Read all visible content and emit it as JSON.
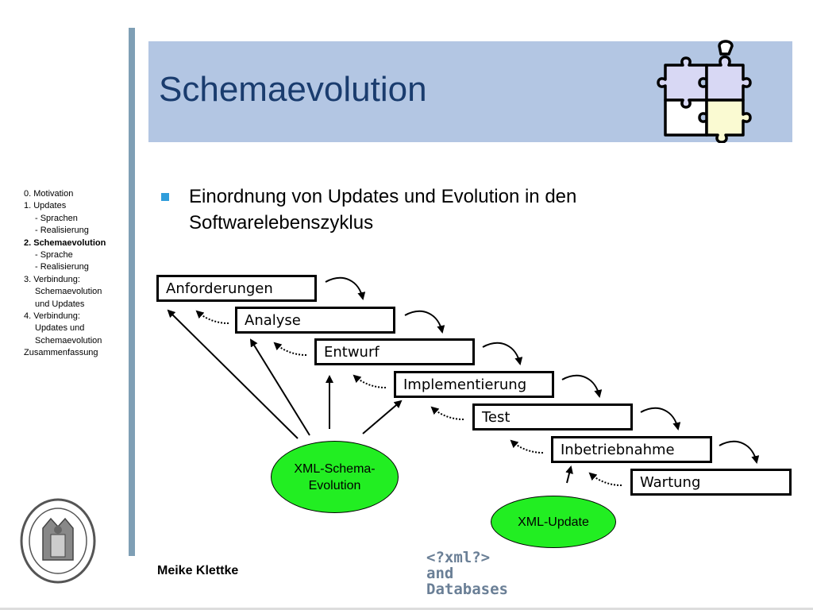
{
  "slide": {
    "title": "Schemaevolution",
    "bullet": "Einordnung von Updates und Evolution in den Softwarelebenszyklus",
    "author": "Meike Klettke",
    "logo_lines": [
      "<?xml?>",
      "and",
      "Databases"
    ]
  },
  "toc": [
    {
      "text": "0. Motivation",
      "indent": false,
      "bold": false
    },
    {
      "text": "1. Updates",
      "indent": false,
      "bold": false
    },
    {
      "text": "- Sprachen",
      "indent": true,
      "bold": false
    },
    {
      "text": "- Realisierung",
      "indent": true,
      "bold": false
    },
    {
      "text": "2. Schemaevolution",
      "indent": false,
      "bold": true
    },
    {
      "text": "- Sprache",
      "indent": true,
      "bold": false
    },
    {
      "text": "- Realisierung",
      "indent": true,
      "bold": false
    },
    {
      "text": "3. Verbindung:",
      "indent": false,
      "bold": false
    },
    {
      "text": "Schemaevolution",
      "indent": true,
      "bold": false
    },
    {
      "text": "und Updates",
      "indent": true,
      "bold": false
    },
    {
      "text": "4. Verbindung:",
      "indent": false,
      "bold": false
    },
    {
      "text": "Updates und",
      "indent": true,
      "bold": false
    },
    {
      "text": "Schemaevolution",
      "indent": true,
      "bold": false
    },
    {
      "text": "Zusammenfassung",
      "indent": false,
      "bold": false
    }
  ],
  "phases": [
    "Anforderungen",
    "Analyse",
    "Entwurf",
    "Implementierung",
    "Test",
    "Inbetriebnahme",
    "Wartung"
  ],
  "ellipses": {
    "schema": "XML-Schema-Evolution",
    "update": "XML-Update"
  },
  "colors": {
    "title_band": "#b3c6e3",
    "title_text": "#1a3c6e",
    "ellipse_fill": "#22ee22",
    "bullet": "#2f9ddb",
    "vertical_bar": "#7f9fb5"
  }
}
